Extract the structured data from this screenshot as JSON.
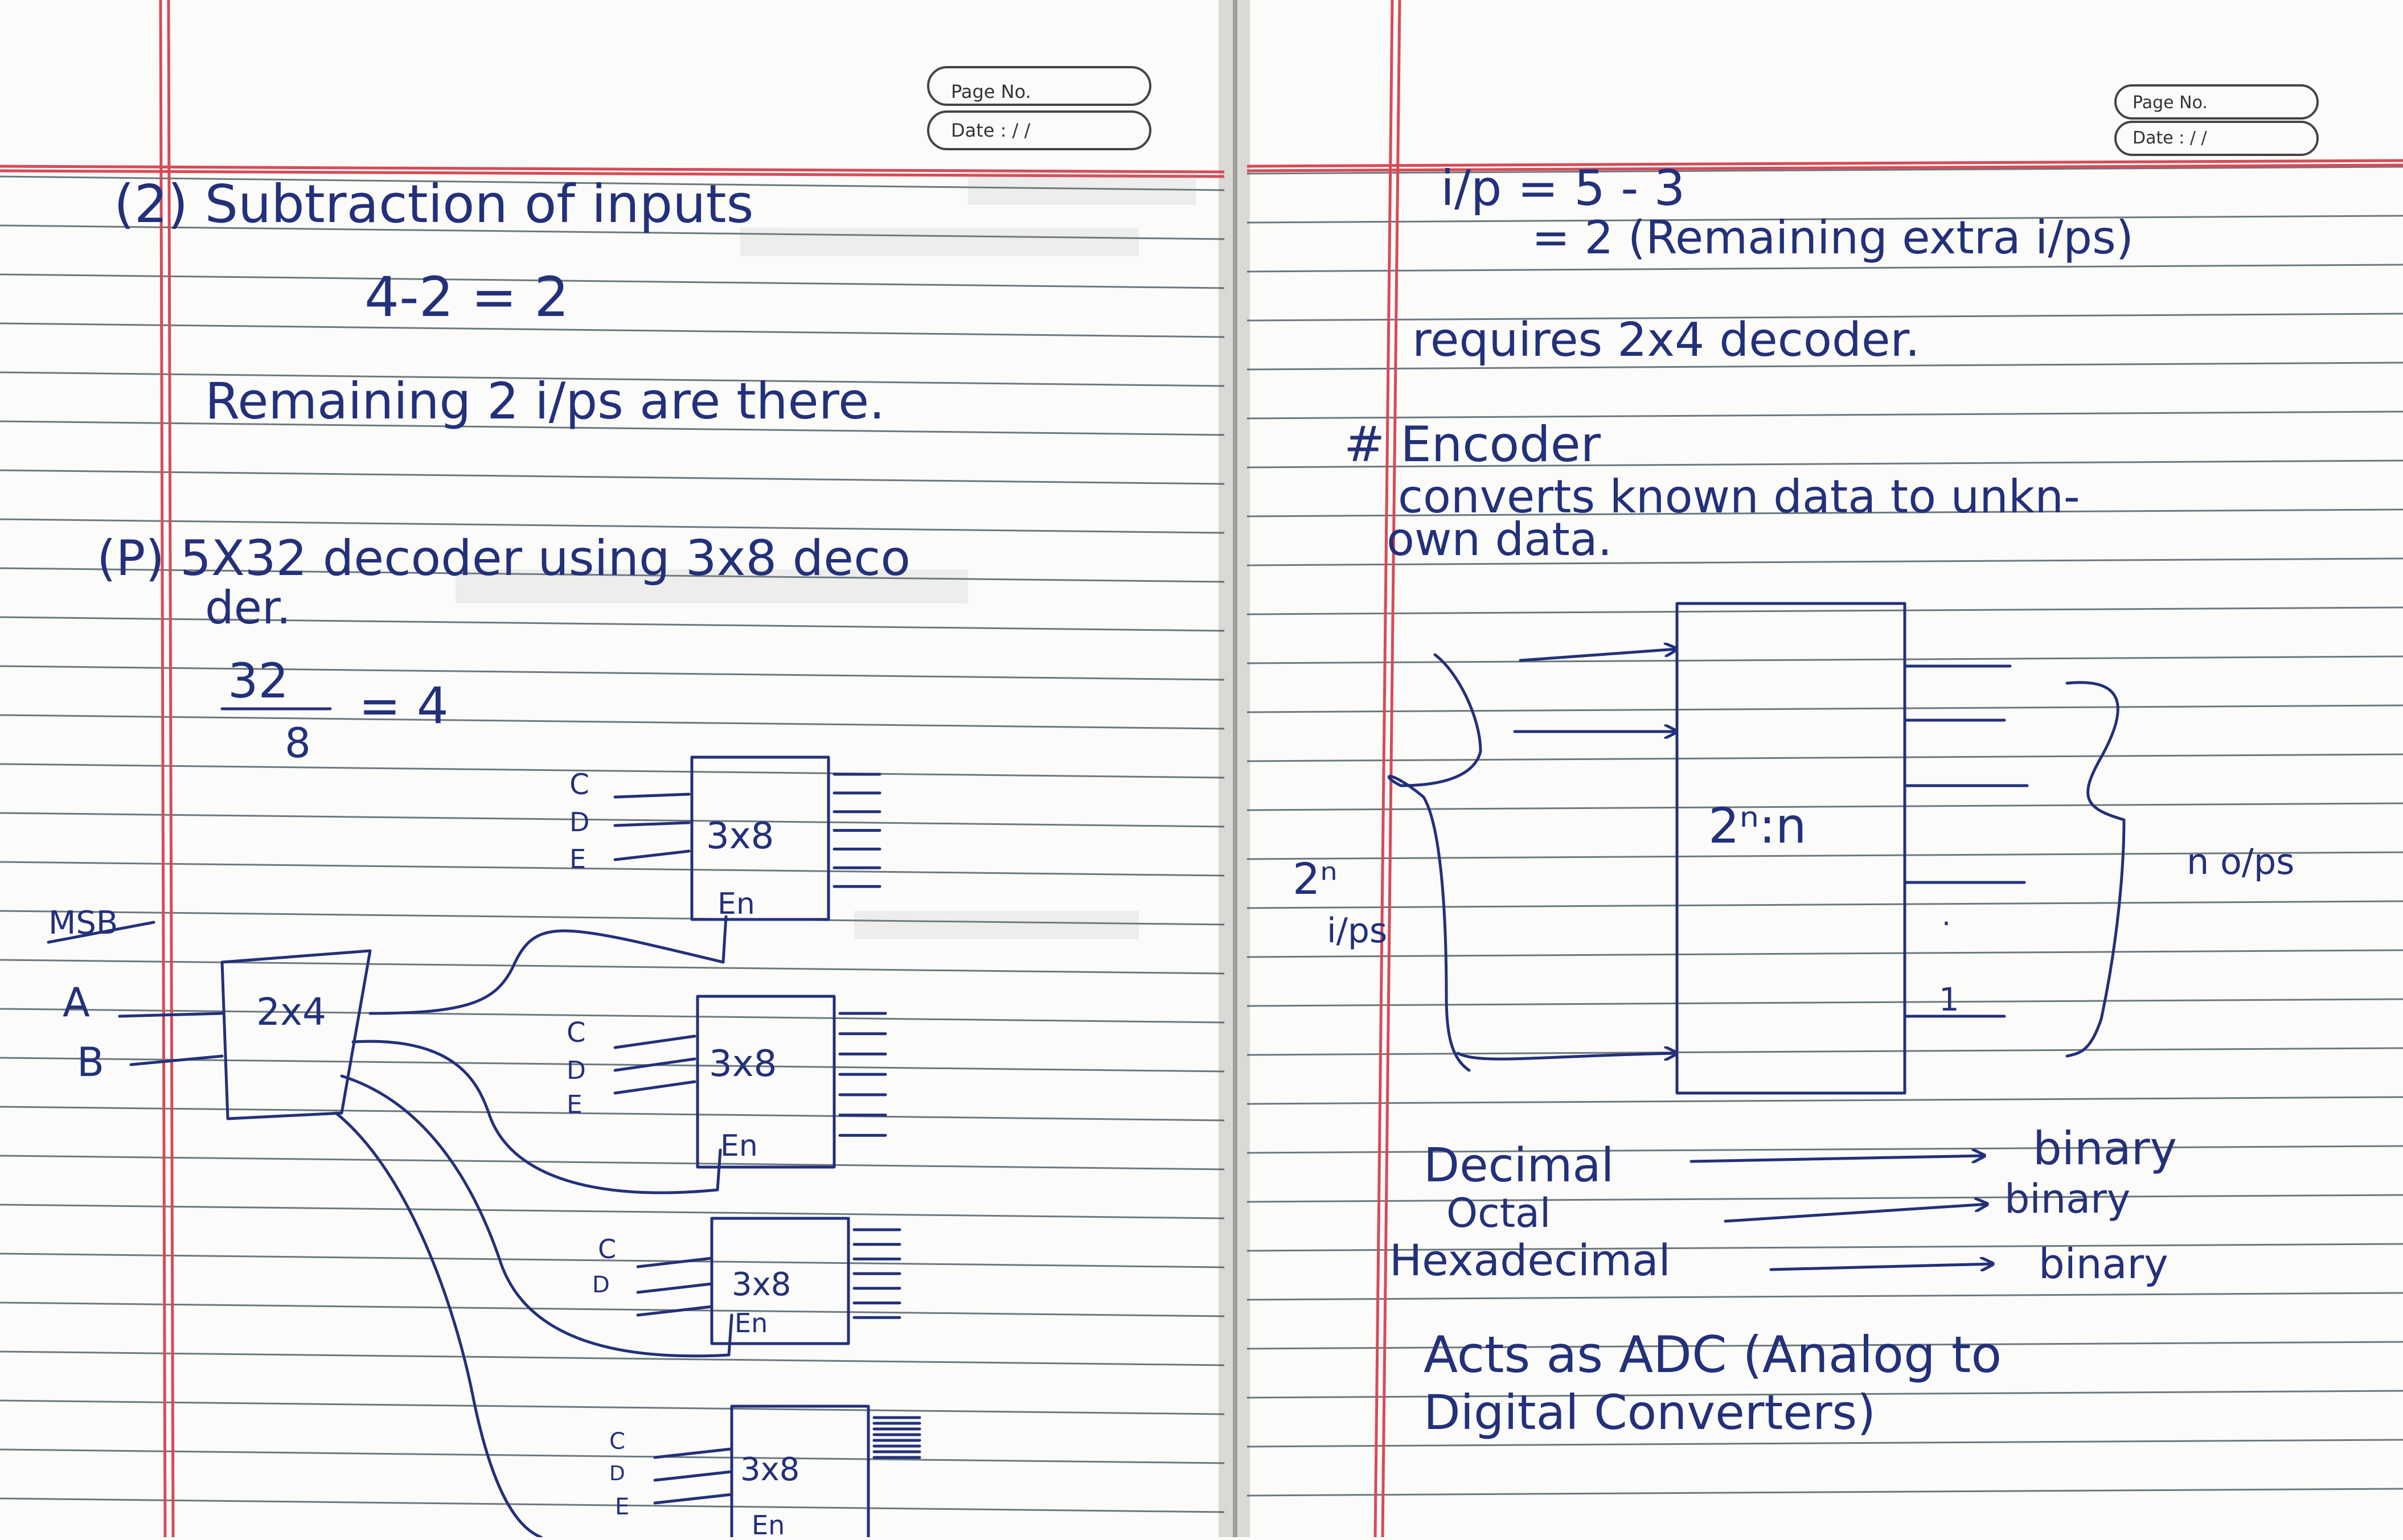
{
  "colors": {
    "ink": "#23307a",
    "margin": "#d84a57",
    "rule": "#37474f",
    "paper": "#fbfbf9"
  },
  "left_page": {
    "header": {
      "page_no": "Page No.",
      "date": "Date :   /   /"
    },
    "heading": "(2) Subtraction of inputs",
    "equation": "4-2 = 2",
    "remaining": "Remaining 2 i/ps are there.",
    "problem": "(P) 5X32 decoder using 3x8 deco",
    "problem_cont": "der.",
    "ratio_num": "32",
    "ratio_den": "8",
    "ratio_result": "= 4",
    "msb_label": "MSB",
    "input_a": "A",
    "input_b": "B",
    "main_decoder": "2x4",
    "decoder_label": "3x8",
    "enable_label": "En",
    "pin_c": "C",
    "pin_d": "D",
    "pin_e": "E"
  },
  "right_page": {
    "header": {
      "page_no": "Page No.",
      "date": "Date :   /   /"
    },
    "line1": "i/p = 5 - 3",
    "line2": "= 2 (Remaining extra i/ps)",
    "line3": "requires 2x4 decoder.",
    "encoder_title": "# Encoder",
    "encoder_desc1": "converts known data to unkn-",
    "encoder_desc2": "own data.",
    "encoder_box": "2ⁿ:n",
    "input_label_top": "2ⁿ",
    "input_label_bottom": "i/ps",
    "output_label": "n o/ps",
    "dots": ".",
    "one": "1",
    "conv_from": [
      "Decimal",
      "Octal",
      "Hexadecimal"
    ],
    "conv_to": [
      "binary",
      "binary",
      "binary"
    ],
    "adc_line1": "Acts as ADC (Analog to",
    "adc_line2": "Digital Converters)"
  }
}
